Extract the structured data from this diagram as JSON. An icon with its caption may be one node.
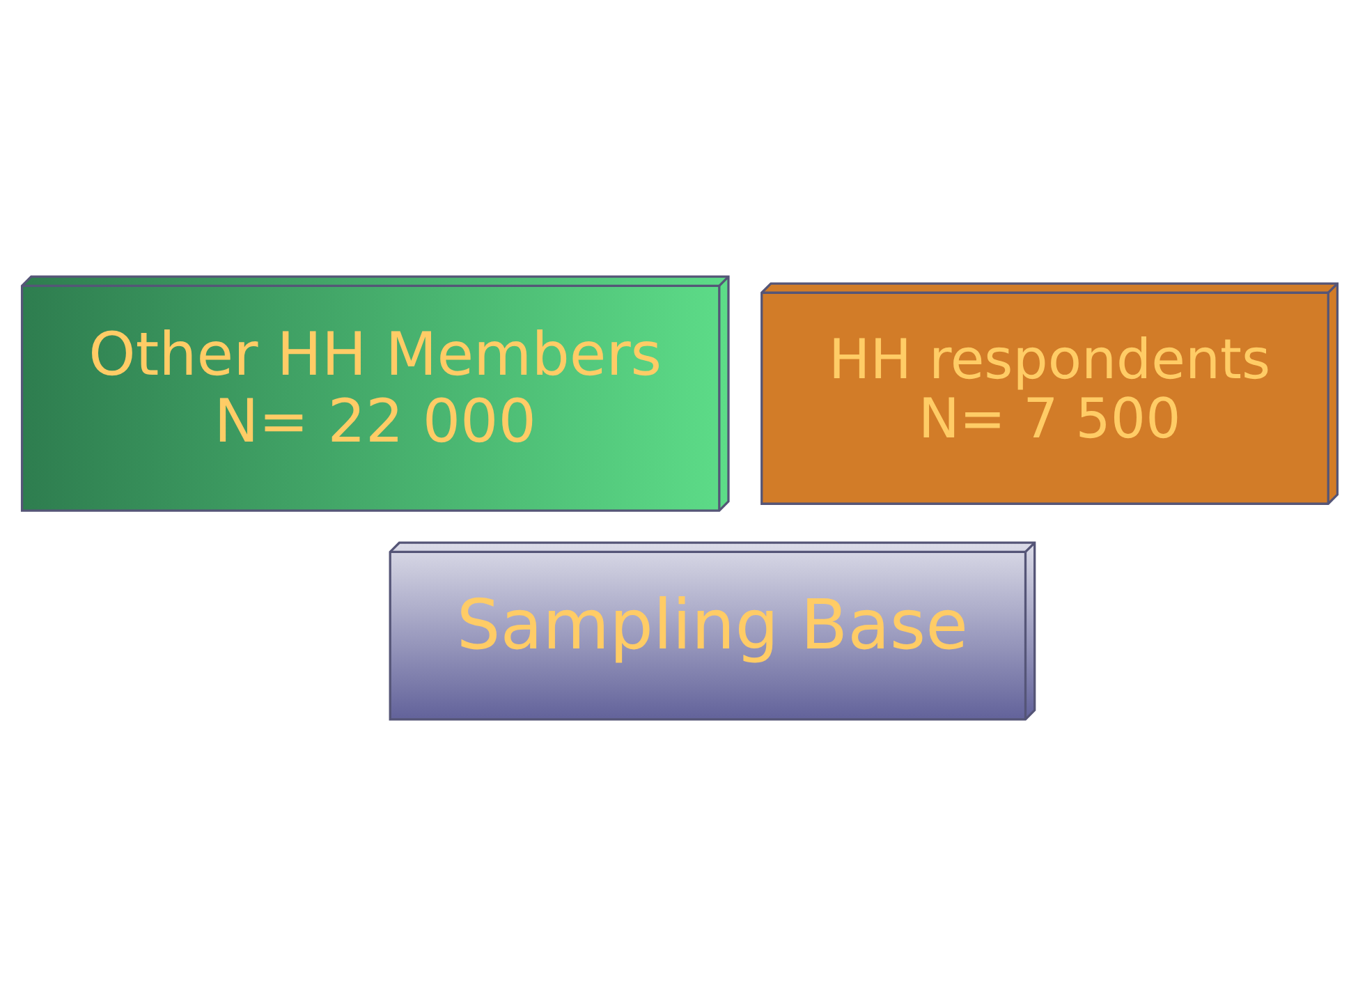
{
  "diagram": {
    "nodes": [
      {
        "text": [
          "Other HH Members",
          "N= 22 000"
        ]
      },
      {
        "text": [
          "HH respondents",
          "N= 7 500"
        ]
      },
      {
        "text": [
          "Sampling Base"
        ]
      }
    ]
  }
}
